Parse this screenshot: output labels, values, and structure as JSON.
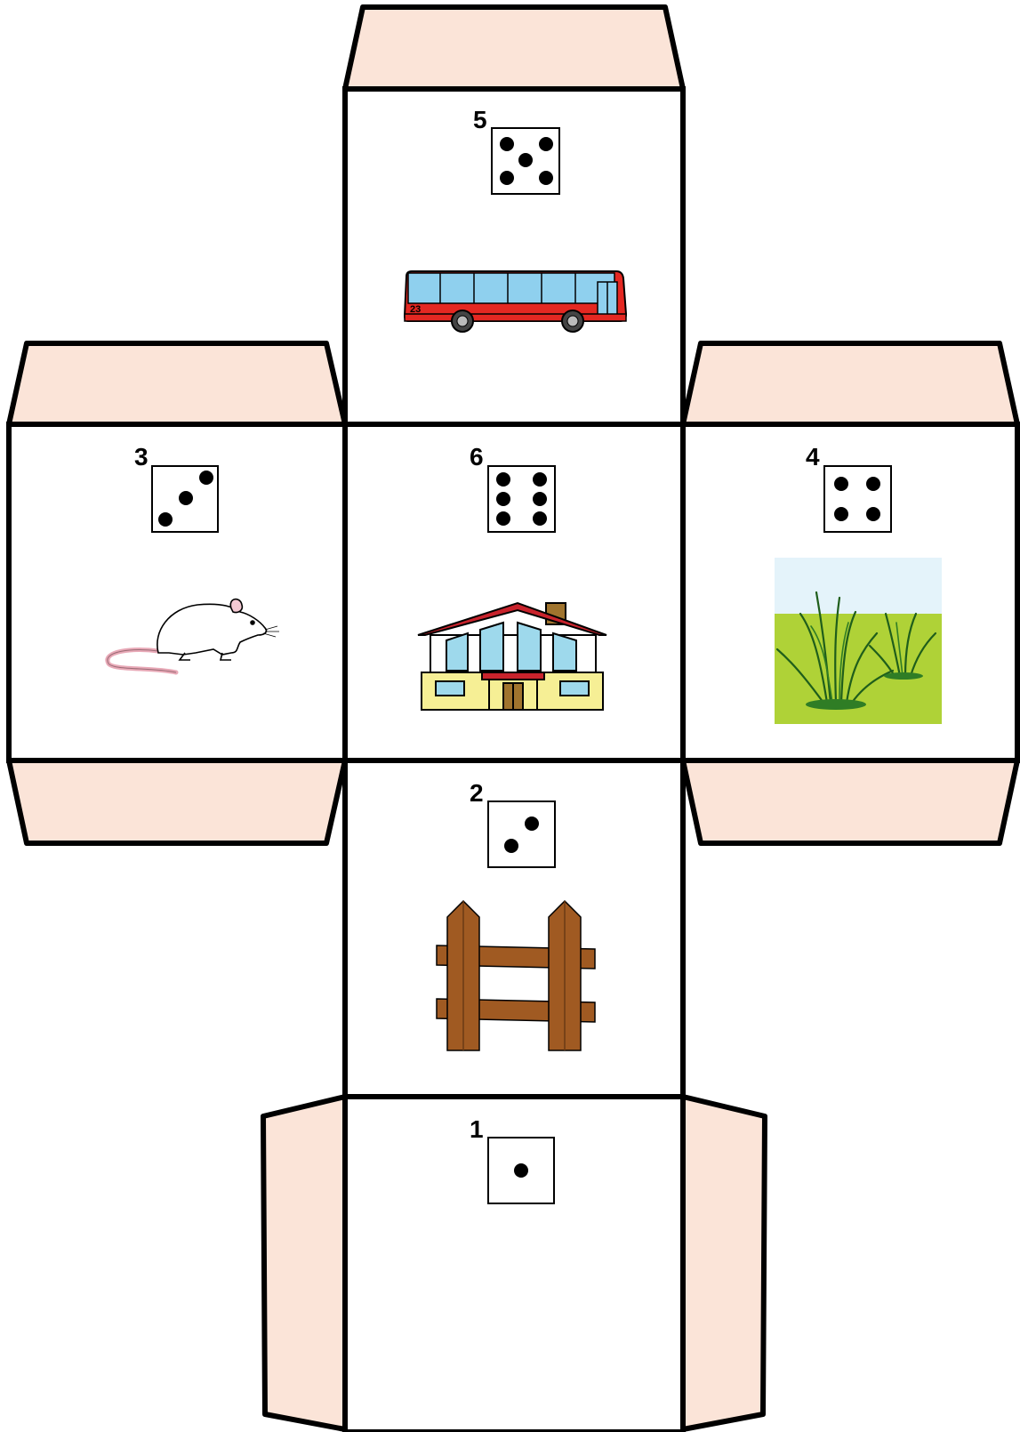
{
  "colors": {
    "tab_fill": "#FBE4D8",
    "outline": "#000000",
    "face_fill": "#FFFFFF",
    "pip": "#000000"
  },
  "faces": [
    {
      "id": "face-5",
      "number": "5",
      "pips": 5,
      "picture": "bus-icon",
      "picture_text": "23"
    },
    {
      "id": "face-3",
      "number": "3",
      "pips": 3,
      "picture": "rat-icon"
    },
    {
      "id": "face-6",
      "number": "6",
      "pips": 6,
      "picture": "house-icon"
    },
    {
      "id": "face-4",
      "number": "4",
      "pips": 4,
      "picture": "grass-icon"
    },
    {
      "id": "face-2",
      "number": "2",
      "pips": 2,
      "picture": "fence-icon"
    },
    {
      "id": "face-1",
      "number": "1",
      "pips": 1,
      "picture": null
    }
  ]
}
